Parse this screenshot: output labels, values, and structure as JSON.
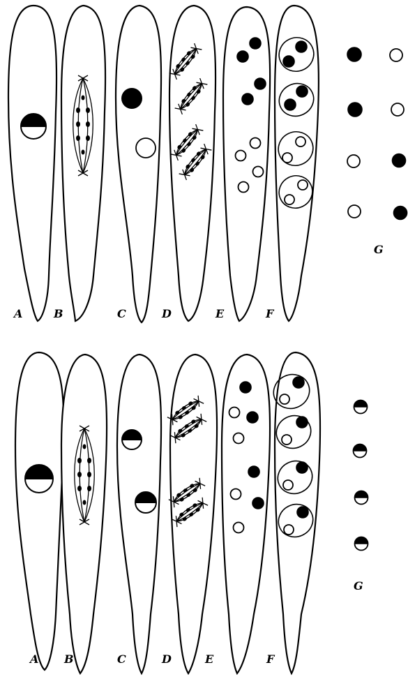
{
  "figure": {
    "panels": [
      {
        "id": "top",
        "labels": {
          "A": "A",
          "B": "B",
          "C": "C",
          "D": "D",
          "E": "E",
          "F": "F",
          "G": "G"
        }
      },
      {
        "id": "bottom",
        "labels": {
          "A": "A",
          "B": "B",
          "C": "C",
          "D": "D",
          "E": "E",
          "F": "F",
          "G": "G"
        }
      }
    ]
  }
}
